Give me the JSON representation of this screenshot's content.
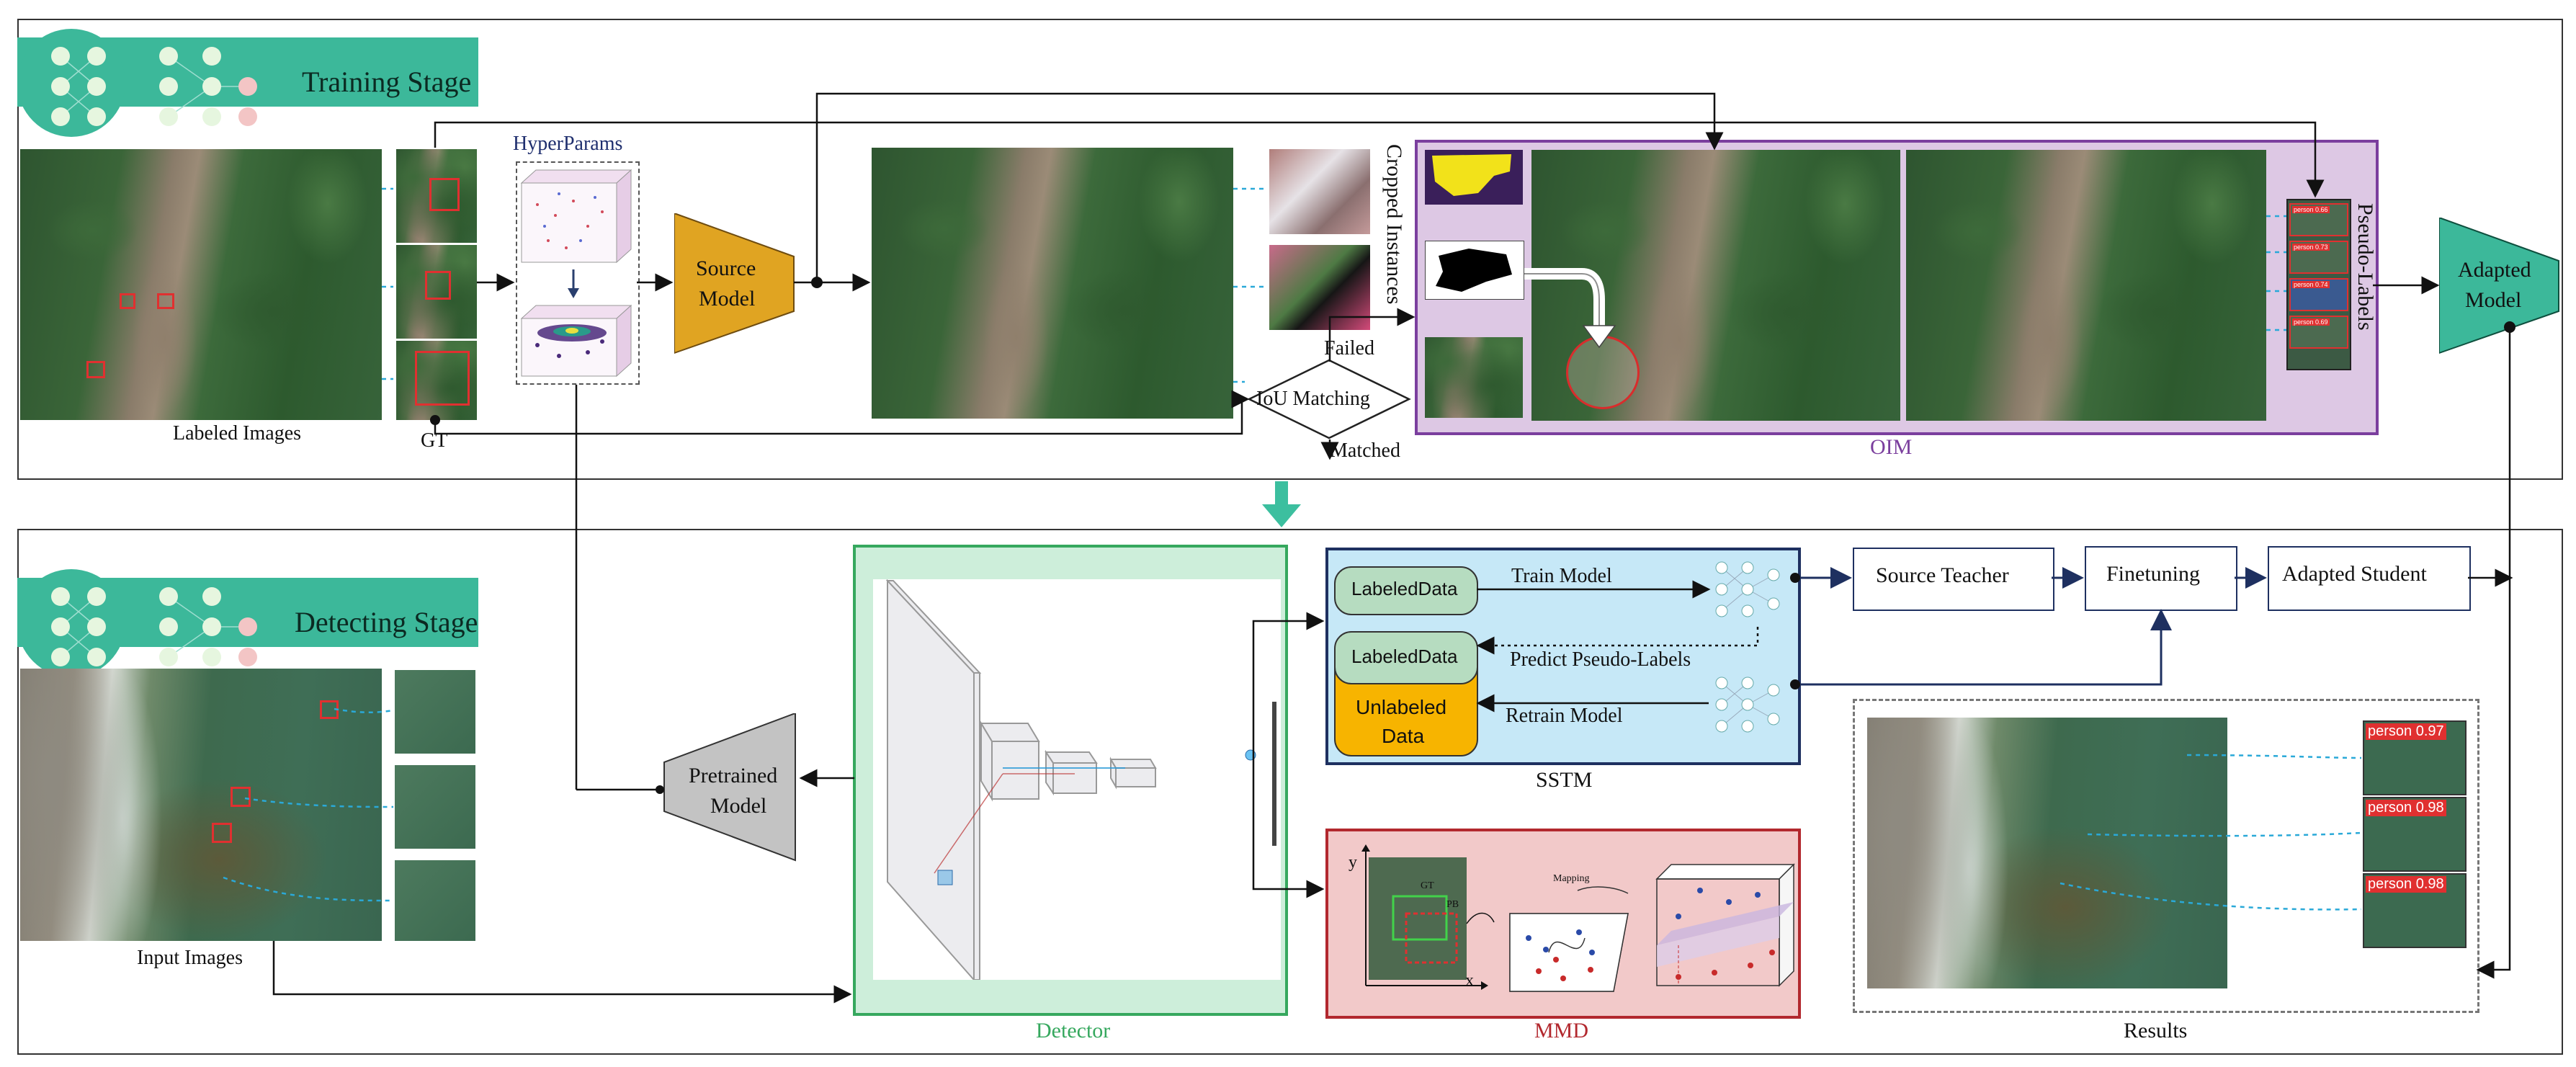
{
  "training": {
    "stage_title": "Training Stage",
    "labeled_images": "Labeled Images",
    "gt": "GT",
    "hyperparams": "HyperParams",
    "source_model": [
      "Source",
      "Model"
    ],
    "cropped_instances": "Cropped Instances",
    "failed": "Failed",
    "iou_matching": "IoU Matching",
    "matched": "Matched",
    "pseudo_labels": "Pseudo-Labels",
    "oim": "OIM",
    "adapted_model": [
      "Adapted",
      "Model"
    ],
    "pseudo_tags": [
      "person 0.66",
      "person 0.73",
      "person 0.74",
      "person 0.69"
    ]
  },
  "detecting": {
    "stage_title": "Detecting Stage",
    "input_images": "Input Images",
    "pretrained_model": [
      "Pretrained",
      "Model"
    ],
    "detector": "Detector",
    "sstm": {
      "caption": "SSTM",
      "labeled_data_1": "LabeledData",
      "labeled_data_2": "LabeledData",
      "unlabeled_data": [
        "Unlabeled",
        "Data"
      ],
      "train_model": "Train Model",
      "predict_pseudo_labels": "Predict Pseudo-Labels",
      "retrain_model": "Retrain Model"
    },
    "source_teacher": "Source Teacher",
    "finetuning": "Finetuning",
    "adapted_student": "Adapted Student",
    "mmd": {
      "caption": "MMD",
      "axis_x": "x",
      "axis_y": "y",
      "gt": "GT",
      "pb": "PB",
      "mapping": "Mapping"
    },
    "results": "Results",
    "result_tags": [
      "person 0.97",
      "person 0.98",
      "person 0.98"
    ]
  },
  "colors": {
    "teal": "#3cb89a",
    "teal_light": "#cdeeda",
    "gold": "#e0a422",
    "oim_purple": "#7b3f9e",
    "oim_fill": "#ddc8e4",
    "sstm_blue": "#1e3060",
    "sstm_fill": "#c6e8f7",
    "detector_green": "#36a85e",
    "mmd_red": "#b2282e",
    "mmd_fill": "#f2c9c9",
    "flow_arrow": "#3cbf9f",
    "dash_blue": "#2aa9d8"
  }
}
